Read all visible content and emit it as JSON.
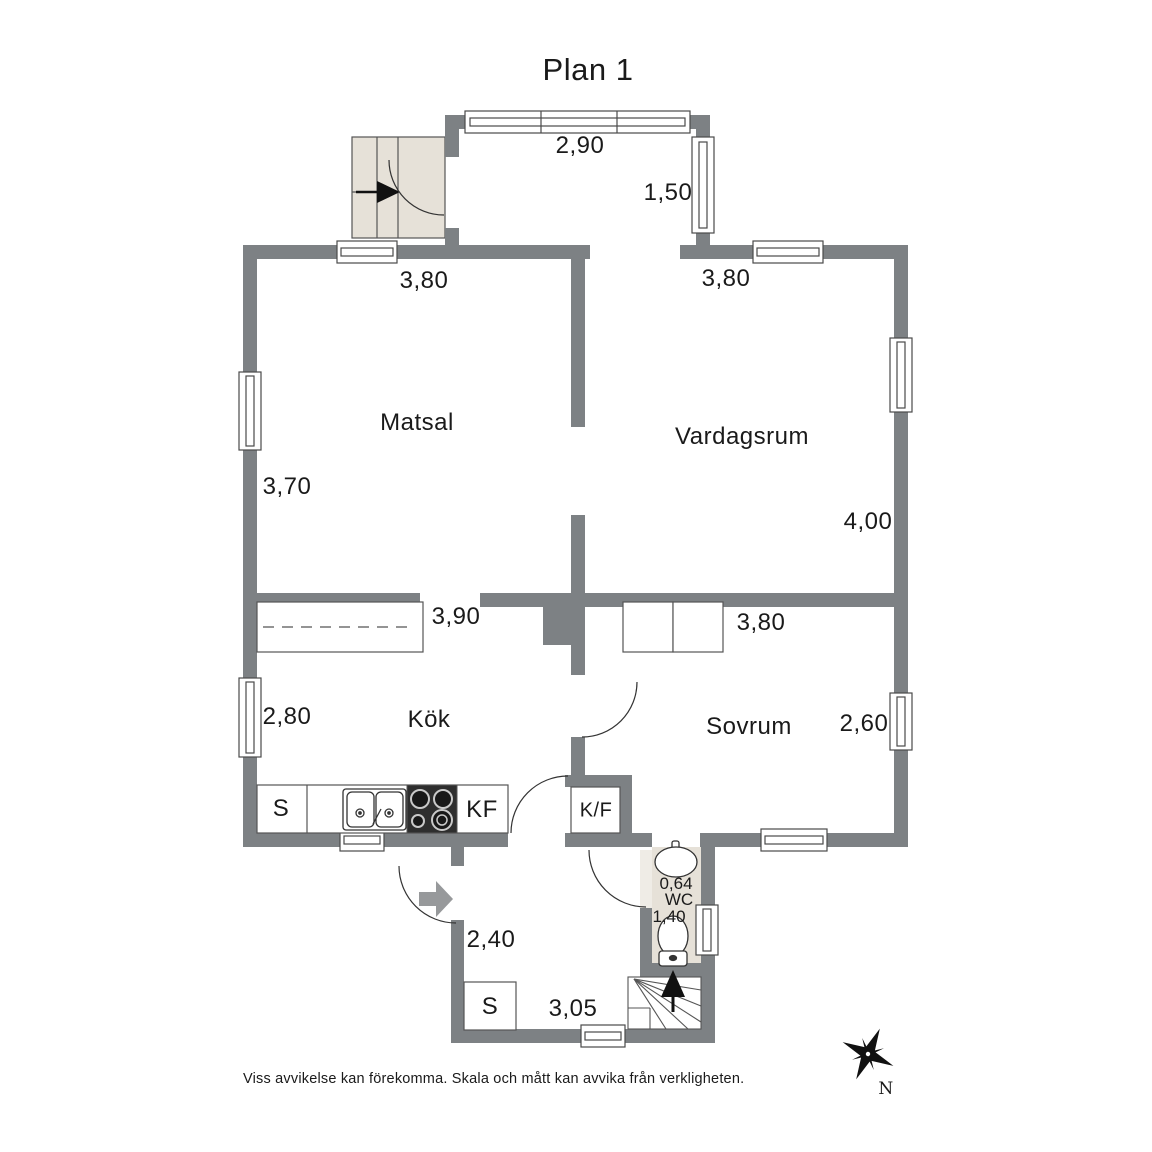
{
  "title": "Plan 1",
  "disclaimer": "Viss avvikelse kan förekomma. Skala och mått kan avvika från verkligheten.",
  "compass": "N",
  "rooms": {
    "matsal": {
      "name": "Matsal",
      "dim_top": "3,80",
      "dim_left": "3,70"
    },
    "vardagsrum": {
      "name": "Vardagsrum",
      "dim_top": "3,80",
      "dim_right": "4,00"
    },
    "kok": {
      "name": "Kök",
      "dim_top": "3,90",
      "dim_left": "2,80"
    },
    "sovrum": {
      "name": "Sovrum",
      "dim_top": "3,80",
      "dim_right": "2,60"
    },
    "wc": {
      "name": "WC",
      "dim_width": "0,64",
      "dim_height": "1,40"
    },
    "hall": {
      "dim_top": "2,40",
      "dim_bottom": "3,05"
    },
    "porch": {
      "dim_top": "2,90",
      "dim_right": "1,50"
    }
  },
  "fixtures": {
    "kitchen_closet": "S",
    "kitchen_fridge": "KF",
    "hall_fridge": "K/F",
    "hall_closet": "S"
  },
  "colors": {
    "wall": "#7d8184",
    "floor_accent": "#e6e1d8",
    "line": "#4a4a4a"
  }
}
